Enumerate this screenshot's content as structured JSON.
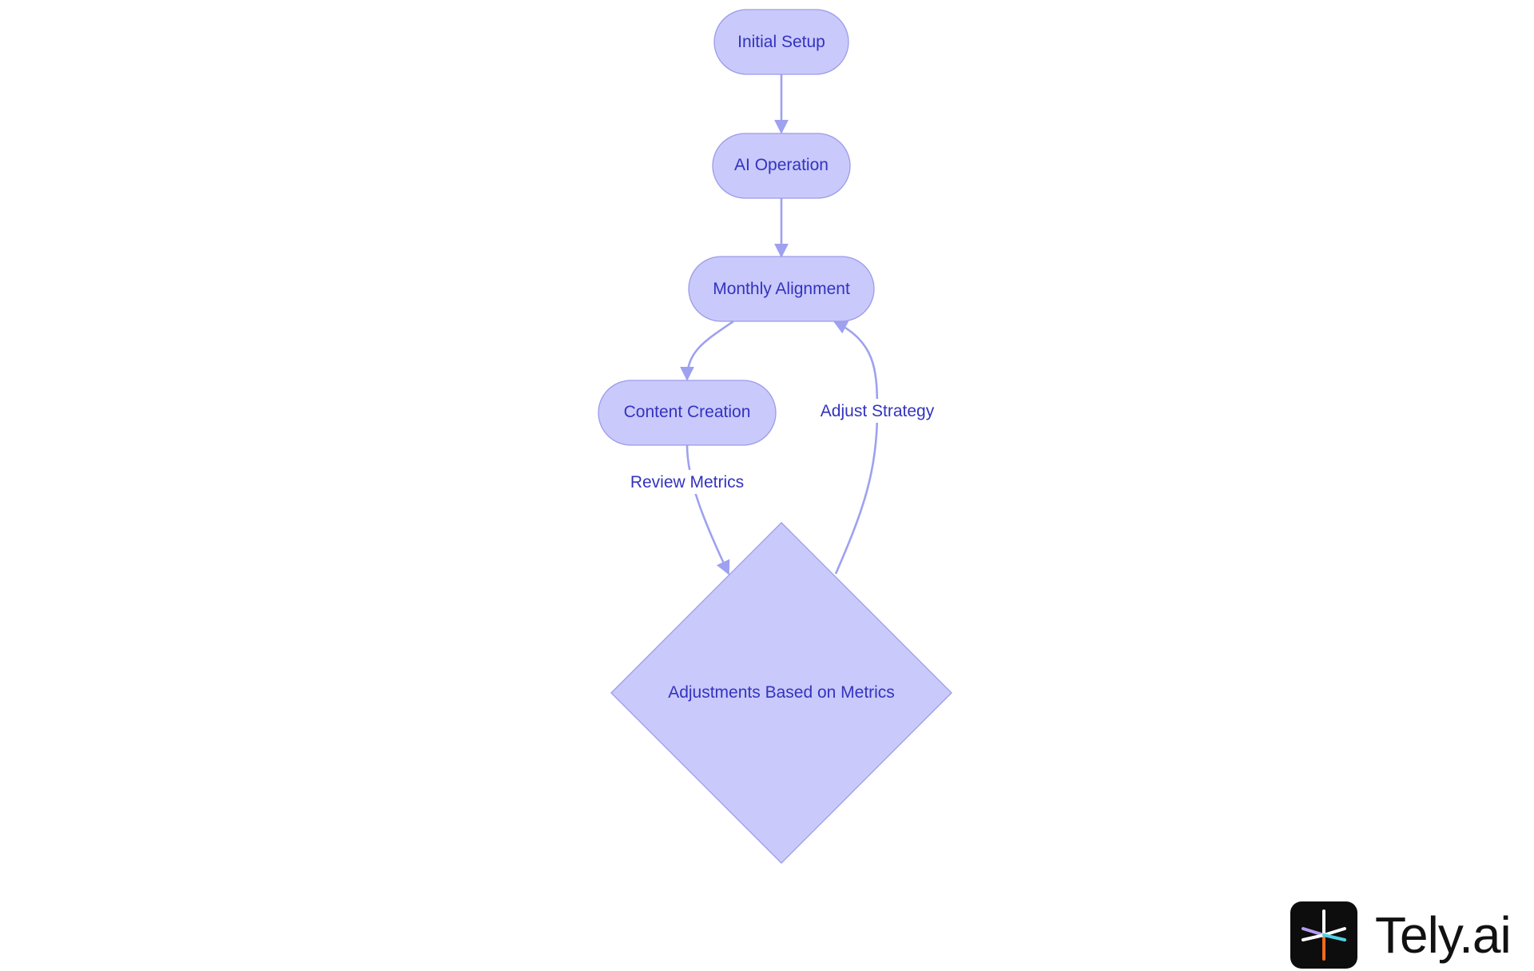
{
  "diagram": {
    "nodes": {
      "initial_setup": "Initial Setup",
      "ai_operation": "AI Operation",
      "monthly_alignment": "Monthly Alignment",
      "content_creation": "Content Creation",
      "adjustments": "Adjustments Based on Metrics"
    },
    "edges": {
      "review_metrics": "Review Metrics",
      "adjust_strategy": "Adjust Strategy"
    },
    "colors": {
      "node_fill": "#c9c9fb",
      "node_stroke": "#9c9cea",
      "edge": "#9ea1ef",
      "label_text": "#3333bf"
    }
  },
  "branding": {
    "logo_text": "Tely.ai",
    "logo_icon": "tely-spark-icon"
  }
}
